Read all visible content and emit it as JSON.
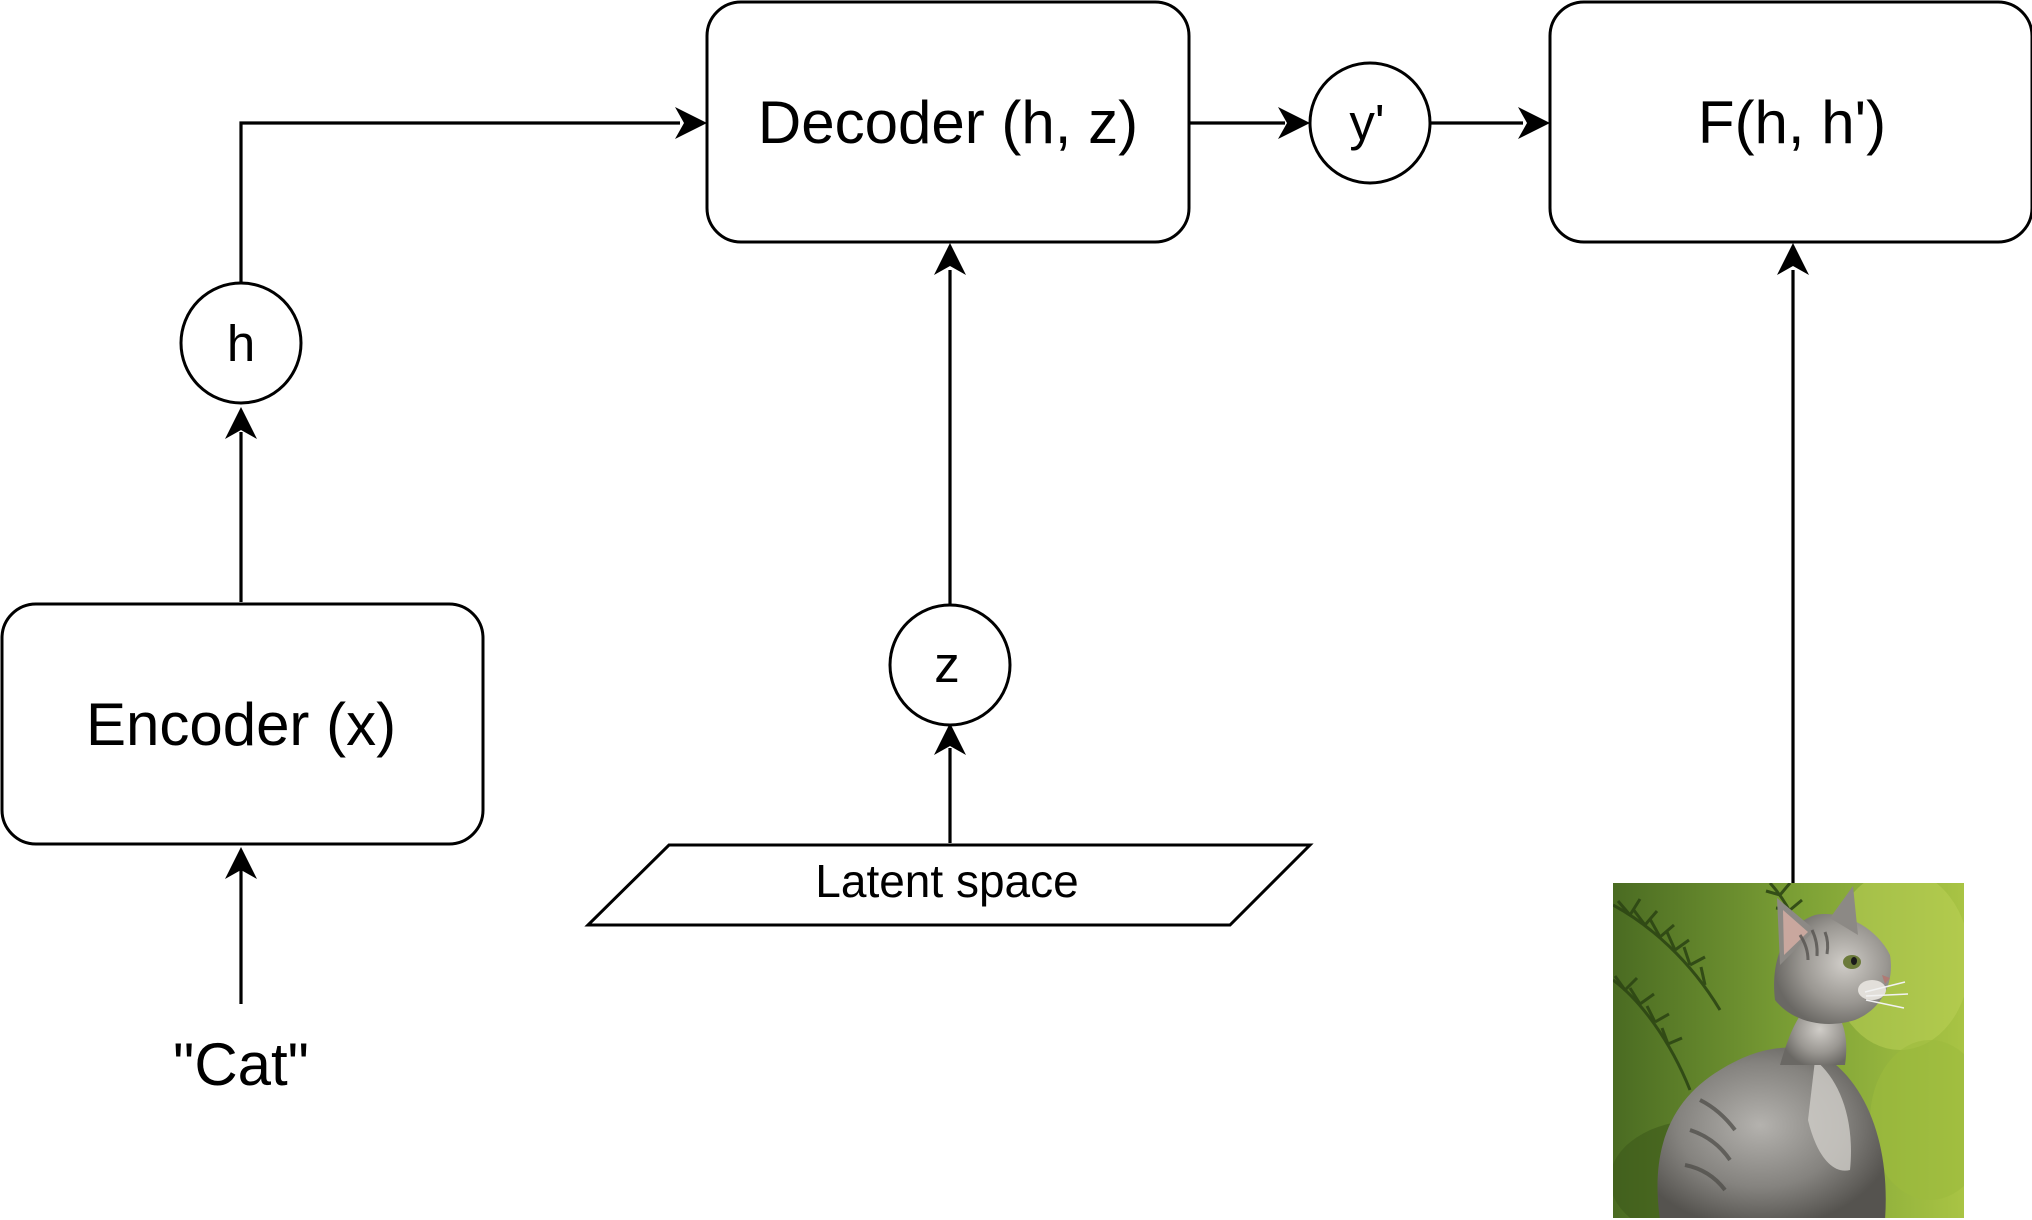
{
  "nodes": {
    "encoder": {
      "label": "Encoder (x)"
    },
    "decoder": {
      "label": "Decoder (h, z)"
    },
    "scorer": {
      "label": "F(h, h')"
    },
    "h": {
      "label": "h"
    },
    "z": {
      "label": "z"
    },
    "y_prime": {
      "label": "y'"
    },
    "latent_space": {
      "label": "Latent space"
    },
    "input_text": {
      "label": "\"Cat\""
    },
    "cat_photo": {
      "subject": "gray tabby kitten looking up, green foliage background"
    }
  },
  "edges": [
    {
      "from": "input_text",
      "to": "encoder"
    },
    {
      "from": "encoder",
      "to": "h"
    },
    {
      "from": "h",
      "to": "decoder"
    },
    {
      "from": "latent_space",
      "to": "z"
    },
    {
      "from": "z",
      "to": "decoder"
    },
    {
      "from": "decoder",
      "to": "y_prime"
    },
    {
      "from": "y_prime",
      "to": "scorer"
    },
    {
      "from": "cat_photo",
      "to": "scorer"
    }
  ],
  "colors": {
    "stroke": "#000000",
    "fill": "#ffffff"
  }
}
